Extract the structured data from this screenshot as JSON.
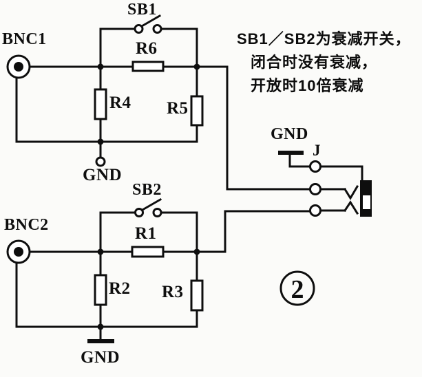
{
  "figure": {
    "number": "2",
    "note": {
      "line1": "SB1／SB2为衰减开关，",
      "line2": "闭合时没有衰减，",
      "line3": "开放时10倍衰减"
    },
    "labels": {
      "bnc1": "BNC1",
      "bnc2": "BNC2",
      "sb1": "SB1",
      "sb2": "SB2",
      "r1": "R1",
      "r2": "R2",
      "r3": "R3",
      "r4": "R4",
      "r5": "R5",
      "r6": "R6",
      "gnd_top": "GND",
      "gnd_bottom": "GND",
      "gnd_jack": "GND",
      "jack": "J"
    },
    "colors": {
      "ink": "#0e0e0e",
      "paper": "#fbfbf9"
    }
  }
}
